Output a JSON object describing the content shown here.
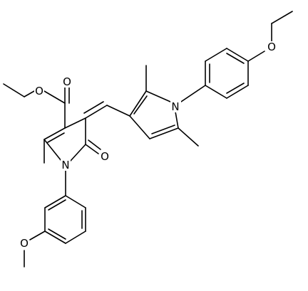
{
  "atom_labels": {
    "o_ester_ether": "O",
    "o_ester_carbonyl": "O",
    "o_lactam": "O",
    "n_pyrrolone": "N",
    "n_pyrrole": "N",
    "o_methoxy": "O",
    "o_ethoxy": "O"
  },
  "colors": {
    "bond": "#000000",
    "label": "#000000",
    "background": "#ffffff"
  }
}
